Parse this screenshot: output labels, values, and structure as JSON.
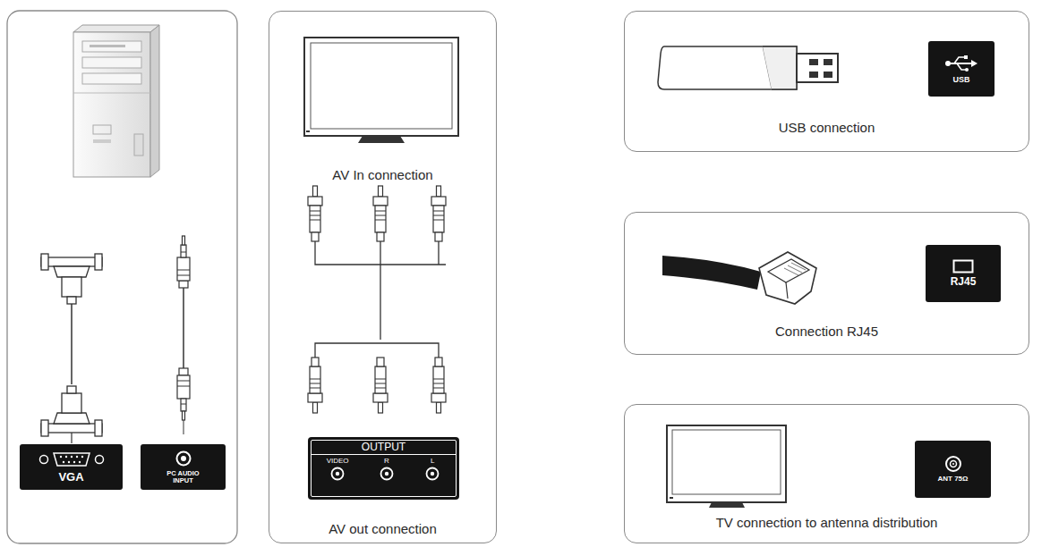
{
  "diagram": {
    "nodes": [
      {
        "text": [
          "VGA"
        ]
      },
      {
        "text": [
          "PC AUDIO INPUT"
        ]
      },
      {
        "text": [
          "AV In connection",
          "AV out connection"
        ]
      },
      {
        "text": [
          "OUTPUT",
          "VIDEO",
          "R",
          "L"
        ],
        "in": 2
      },
      {
        "text": [
          "USB connection"
        ]
      },
      {
        "text": [
          "USB"
        ],
        "in": 4
      },
      {
        "text": [
          "Connection RJ45"
        ]
      },
      {
        "text": [
          "RJ45"
        ],
        "in": 6
      },
      {
        "text": [
          "TV connection to antenna distribution"
        ]
      },
      {
        "text": [
          "ANT 75Ω"
        ],
        "in": 8
      }
    ]
  }
}
